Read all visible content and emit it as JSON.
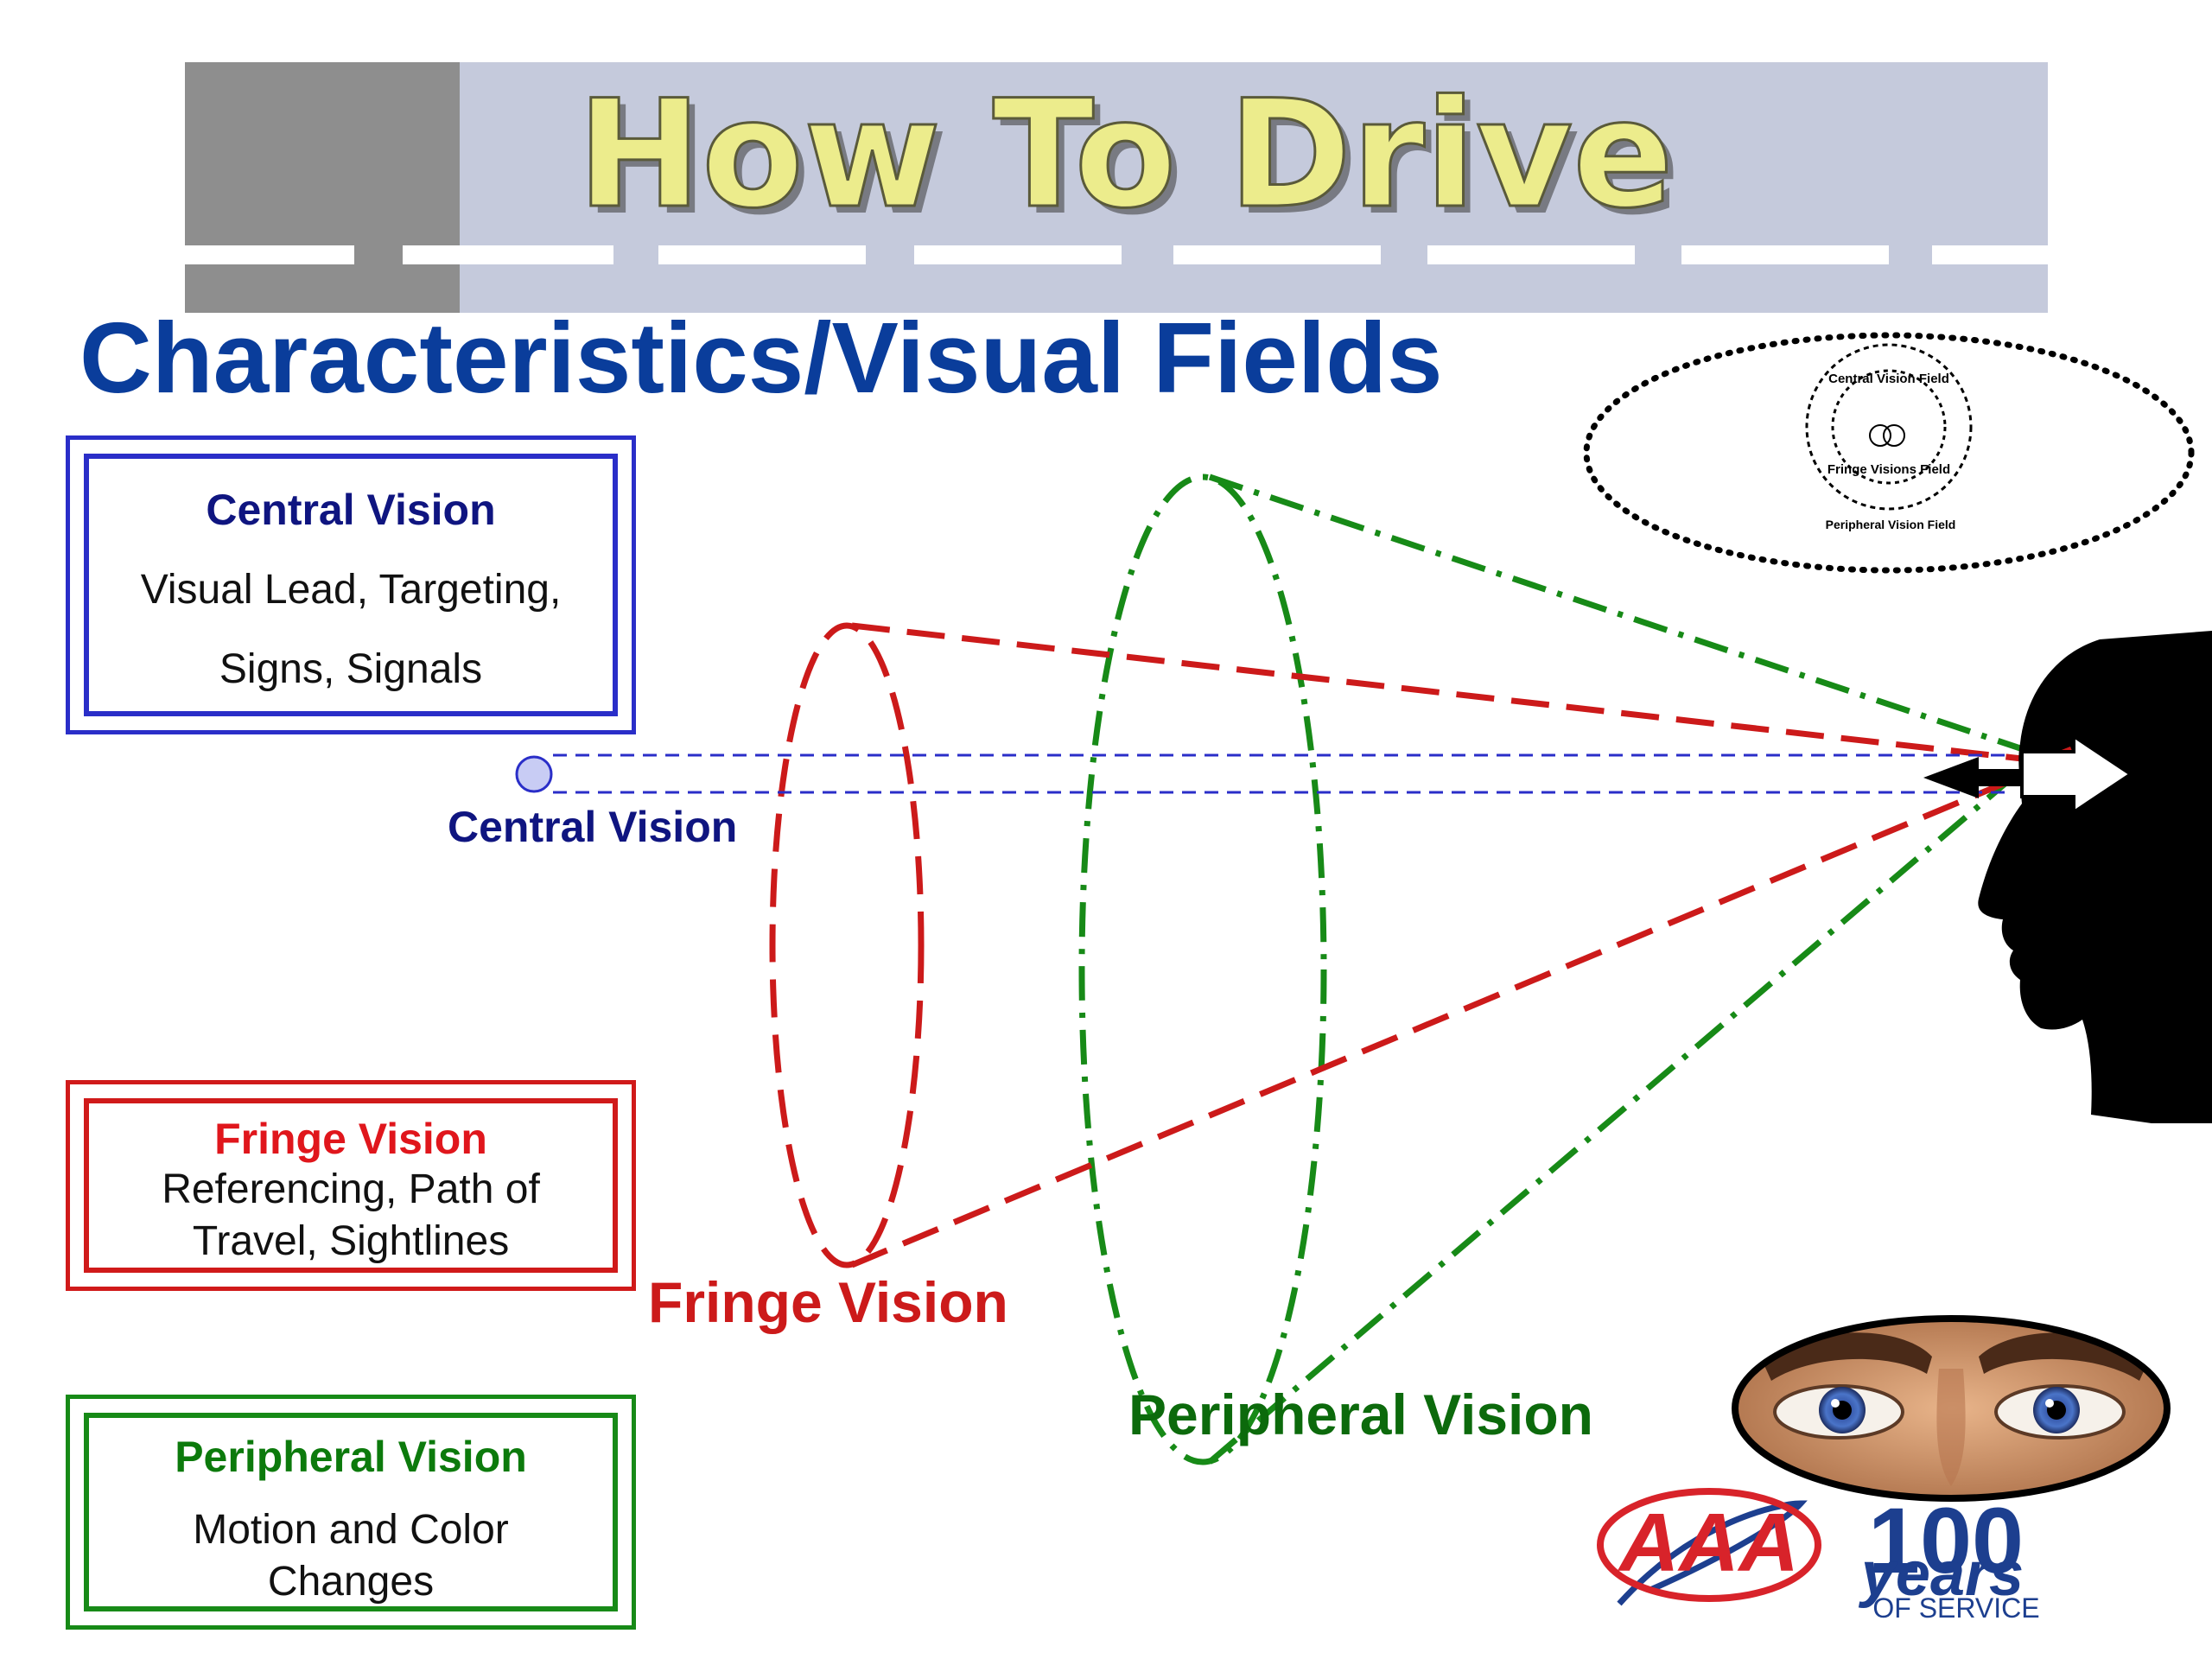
{
  "banner": {
    "title": "How To Drive"
  },
  "slide_title": "Characteristics/Visual Fields",
  "boxes": {
    "central": {
      "title": "Central Vision",
      "line1": "Visual Lead, Targeting,",
      "line2": "Signs, Signals"
    },
    "fringe": {
      "title": "Fringe Vision",
      "line1": "Referencing, Path of",
      "line2": "Travel, Sightlines"
    },
    "peripheral": {
      "title": "Peripheral Vision",
      "line1": "Motion and Color",
      "line2": "Changes"
    }
  },
  "diagram_labels": {
    "central": "Central Vision",
    "fringe": "Fringe Vision",
    "peripheral": "Peripheral Vision"
  },
  "inset": {
    "central_field": "Central Vision Field",
    "fringe_field": "Fringe Visions Field",
    "peripheral_field": "Peripheral Vision Field"
  },
  "logos": {
    "aaa": "AAA",
    "years_number": "100",
    "years_word": "years",
    "years_sub": "OF SERVICE"
  },
  "colors": {
    "banner_bg": "#c5cadc",
    "banner_title": "#ecec8c",
    "slide_title": "#0a3d9b",
    "central": "#2a2ec8",
    "fringe": "#cc1a1a",
    "peripheral": "#178a17",
    "aaa_red": "#d8232a",
    "aaa_blue": "#1d3f8f"
  },
  "icons": [
    "head-silhouette-icon",
    "eyes-icon",
    "arrow-right-icon"
  ]
}
